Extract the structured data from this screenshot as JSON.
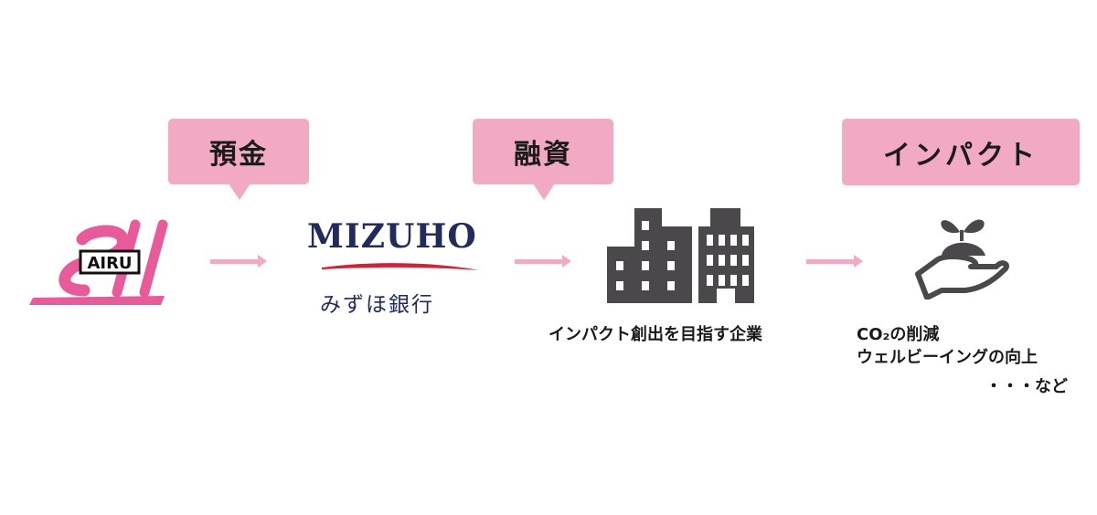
{
  "colors": {
    "bubble_fill": "#f2a9c4",
    "arrow": "#f2a9c4",
    "airu_pink": "#e85a99",
    "mizuho_navy": "#232a5c",
    "mizuho_red": "#d81e32",
    "icon_gray": "#4a484b"
  },
  "flow": {
    "step1": {
      "logo_icon": "airu-logo-icon",
      "logo_text": "AIRU"
    },
    "bubble1": {
      "label": "預金"
    },
    "step2": {
      "logo_icon": "mizuho-logo-icon",
      "logo_text_en": "MIZUHO",
      "logo_text_jp": "みずほ銀行"
    },
    "bubble2": {
      "label": "融資"
    },
    "step3": {
      "icon": "buildings-icon",
      "caption": "インパクト創出を目指す企業"
    },
    "bubble3": {
      "label": "インパクト"
    },
    "step4": {
      "icon": "hand-sprout-icon",
      "lines": [
        "CO₂の削減",
        "ウェルビーイングの向上",
        "・・・など"
      ]
    },
    "arrows": [
      "arrow-right-icon",
      "arrow-right-icon",
      "arrow-right-icon"
    ]
  }
}
